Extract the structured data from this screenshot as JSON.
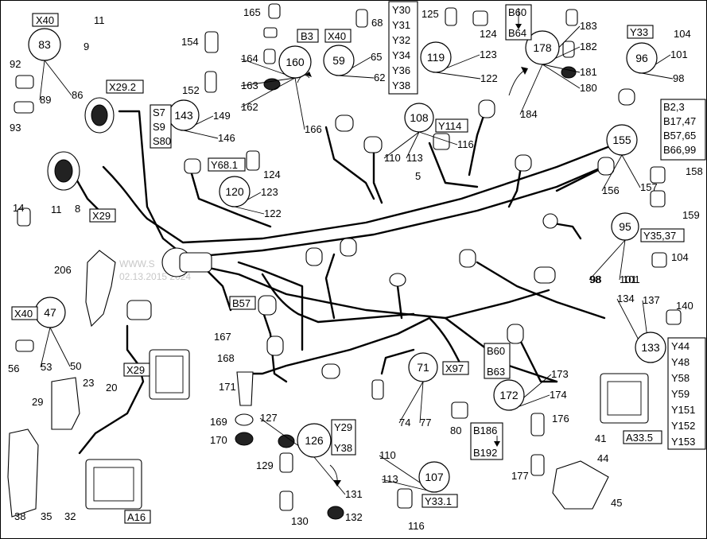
{
  "diagram": {
    "watermark": [
      "WWW.S",
      "02.13.2015 2024"
    ],
    "harness_label": "5",
    "callouts": [
      {
        "id": "83",
        "items": [
          "89",
          "86"
        ]
      },
      {
        "id": "143",
        "items": [
          "149",
          "146"
        ]
      },
      {
        "id": "160",
        "items": [
          "164",
          "163",
          "162",
          "166"
        ]
      },
      {
        "id": "59",
        "items": [
          "65",
          "62"
        ]
      },
      {
        "id": "119",
        "items": [
          "123",
          "122"
        ]
      },
      {
        "id": "178",
        "items": [
          "183",
          "182",
          "181",
          "180",
          "184"
        ]
      },
      {
        "id": "96",
        "items": [
          "101",
          "98"
        ]
      },
      {
        "id": "108",
        "items": [
          "110",
          "113",
          "116"
        ]
      },
      {
        "id": "120",
        "items": [
          "123",
          "122"
        ]
      },
      {
        "id": "155",
        "items": [
          "156",
          "157"
        ]
      },
      {
        "id": "95",
        "items": [
          "98",
          "101"
        ]
      },
      {
        "id": "47",
        "items": [
          "53",
          "50"
        ]
      },
      {
        "id": "71",
        "items": [
          "74",
          "77"
        ]
      },
      {
        "id": "126",
        "items": [
          "127",
          "131"
        ]
      },
      {
        "id": "172",
        "items": [
          "173",
          "174"
        ]
      },
      {
        "id": "107",
        "items": [
          "110",
          "113"
        ]
      },
      {
        "id": "133",
        "items": [
          "134",
          "137"
        ]
      }
    ],
    "boxes": {
      "x40_a": "X40",
      "x29_2": "X29.2",
      "b3": "B3",
      "x40_b": "X40",
      "y_list_a": [
        "Y30",
        "Y31",
        "Y32",
        "Y34",
        "Y36",
        "Y38"
      ],
      "b60_b64": [
        "B60",
        "B64"
      ],
      "y33": "Y33",
      "s_list": [
        "S7",
        "S9",
        "S80"
      ],
      "y114": "Y114",
      "y68_1": "Y68.1",
      "b_list": [
        "B2,3",
        "B17,47",
        "B57,65",
        "B66,99"
      ],
      "x29_a": "X29",
      "y35_37": "Y35,37",
      "x40_c": "X40",
      "b57": "B57",
      "x29_b": "X29",
      "x97": "X97",
      "b60_b63": [
        "B60",
        "B63"
      ],
      "y29_y38": [
        "Y29",
        "Y38"
      ],
      "b186_b192": [
        "B186",
        "B192"
      ],
      "y44_list": [
        "Y44",
        "Y48",
        "Y58",
        "Y59",
        "Y151",
        "Y152",
        "Y153"
      ],
      "a33_5": "A33.5",
      "y33_1": "Y33.1",
      "a16": "A16"
    },
    "labels": [
      {
        "k": "l11a",
        "t": "11"
      },
      {
        "k": "l9",
        "t": "9"
      },
      {
        "k": "l92",
        "t": "92"
      },
      {
        "k": "l93",
        "t": "93"
      },
      {
        "k": "l165",
        "t": "165"
      },
      {
        "k": "l68",
        "t": "68"
      },
      {
        "k": "l125",
        "t": "125"
      },
      {
        "k": "l124a",
        "t": "124"
      },
      {
        "k": "l154",
        "t": "154"
      },
      {
        "k": "l152",
        "t": "152"
      },
      {
        "k": "l104a",
        "t": "104"
      },
      {
        "k": "l124b",
        "t": "124"
      },
      {
        "k": "l14",
        "t": "14"
      },
      {
        "k": "l11b",
        "t": "11"
      },
      {
        "k": "l8",
        "t": "8"
      },
      {
        "k": "l206",
        "t": "206"
      },
      {
        "k": "l158",
        "t": "158"
      },
      {
        "k": "l159",
        "t": "159"
      },
      {
        "k": "l104b",
        "t": "104"
      },
      {
        "k": "l98",
        "t": "98"
      },
      {
        "k": "l101",
        "t": "101"
      },
      {
        "k": "l56",
        "t": "56"
      },
      {
        "k": "l167",
        "t": "167"
      },
      {
        "k": "l168",
        "t": "168"
      },
      {
        "k": "l171",
        "t": "171"
      },
      {
        "k": "l169",
        "t": "169"
      },
      {
        "k": "l170",
        "t": "170"
      },
      {
        "k": "l23",
        "t": "23"
      },
      {
        "k": "l20",
        "t": "20"
      },
      {
        "k": "l29",
        "t": "29"
      },
      {
        "k": "l129",
        "t": "129"
      },
      {
        "k": "l130",
        "t": "130"
      },
      {
        "k": "l132",
        "t": "132"
      },
      {
        "k": "l80",
        "t": "80"
      },
      {
        "k": "l176",
        "t": "176"
      },
      {
        "k": "l177",
        "t": "177"
      },
      {
        "k": "l41",
        "t": "41"
      },
      {
        "k": "l44",
        "t": "44"
      },
      {
        "k": "l45",
        "t": "45"
      },
      {
        "k": "l116b",
        "t": "116"
      },
      {
        "k": "l38",
        "t": "38"
      },
      {
        "k": "l35",
        "t": "35"
      },
      {
        "k": "l32",
        "t": "32"
      },
      {
        "k": "l140",
        "t": "140"
      }
    ]
  }
}
